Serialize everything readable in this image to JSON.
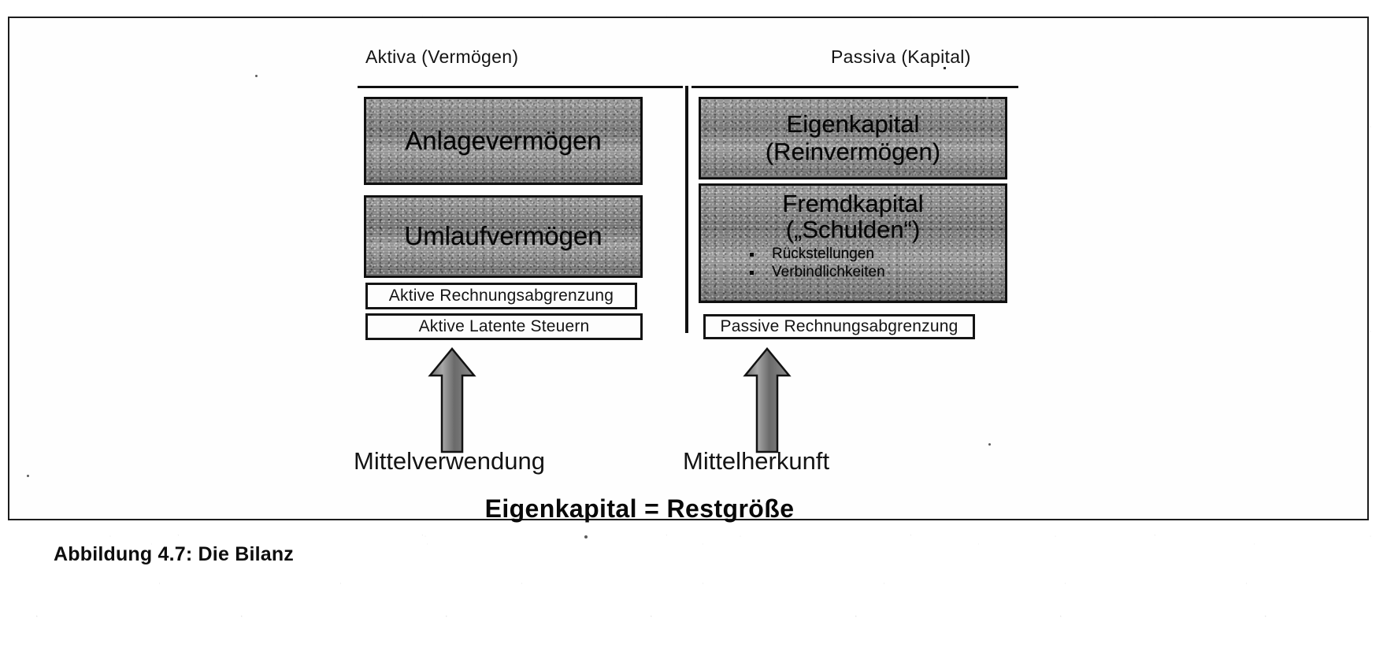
{
  "figure": {
    "caption": "Abbildung 4.7: Die Bilanz",
    "headers": {
      "assets": "Aktiva (Vermögen)",
      "liabilities": "Passiva (Kapital)"
    },
    "assets_side": {
      "boxes": [
        {
          "label": "Anlagevermögen",
          "style": "shaded"
        },
        {
          "label": "Umlaufvermögen",
          "style": "shaded"
        },
        {
          "label": "Aktive Rechnungsabgrenzung",
          "style": "outlined"
        },
        {
          "label": "Aktive Latente Steuern",
          "style": "outlined"
        }
      ],
      "flow_label": "Mittelverwendung"
    },
    "liabilities_side": {
      "equity": {
        "line1": "Eigenkapital",
        "line2": "(Reinvermögen)"
      },
      "debt": {
        "line1": "Fremdkapital",
        "line2": "(„Schulden“)",
        "items": [
          "Rückstellungen",
          "Verbindlichkeiten"
        ]
      },
      "deferral_box": "Passive Rechnungsabgrenzung",
      "flow_label": "Mittelherkunft"
    },
    "formula": "Eigenkapital = Restgröße",
    "colors": {
      "shaded_box_fill": "#8a8a8a",
      "border": "#101010",
      "text": "#111111",
      "page": "#ffffff"
    }
  }
}
